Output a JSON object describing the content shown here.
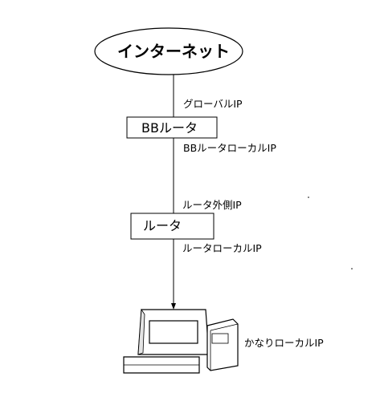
{
  "internet": {
    "label": "インターネット"
  },
  "bb_router": {
    "label": "BBルータ",
    "wan_ip_label": "グローバルIP",
    "lan_ip_label": "BBルータローカルIP"
  },
  "router": {
    "label": "ルータ",
    "wan_ip_label": "ルータ外側IP",
    "lan_ip_label": "ルータローカルIP"
  },
  "pc": {
    "ip_label": "かなりローカルIP"
  },
  "colors": {
    "stroke": "#000000",
    "background": "#ffffff"
  }
}
